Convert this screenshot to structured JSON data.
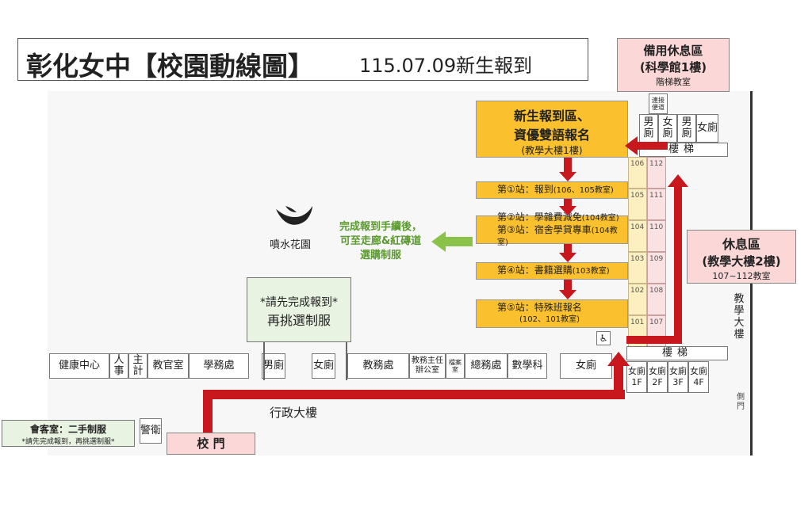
{
  "title": {
    "main": "彰化女中【校園動線圖】",
    "date": "115.07.09新生報到"
  },
  "backup_rest": {
    "title": "備用休息區",
    "sub": "(科學館1樓)",
    "note": "階梯教室"
  },
  "registration": {
    "line1": "新生報到區、",
    "line2": "資優雙語報名",
    "sub": "(教學大樓1樓)"
  },
  "stations": [
    {
      "main": "第①站：報到",
      "small": "(106、105教室)"
    },
    {
      "main": "第②站：學雜費減免",
      "small": "(104教室)"
    },
    {
      "main": "第③站：宿舍學貸專車",
      "small": "(104教室)"
    },
    {
      "main": "第④站：書籍選購",
      "small": "(103教室)"
    },
    {
      "main": "第⑤站：特殊班報名",
      "small": "(102、101教室)"
    }
  ],
  "rooms_left": [
    "106",
    "105",
    "104",
    "103",
    "102",
    "101"
  ],
  "rooms_right": [
    "112",
    "111",
    "110",
    "109",
    "108",
    "107"
  ],
  "top_small": "連接便道",
  "top_restrooms": [
    "男廁",
    "女廁",
    "男廁",
    "女廁"
  ],
  "stairs": "樓梯",
  "green_note": {
    "line1": "完成報到手續後，",
    "line2": "可至走廊&紅磚道",
    "line3": "選購制服"
  },
  "fountain": "噴水花園",
  "uniform_note": {
    "line1": "*請先完成報到*",
    "line2": "再挑選制服"
  },
  "rest_area": {
    "title": "休息區",
    "sub": "(教學大樓2樓)",
    "note": "107~112教室"
  },
  "teaching_building": "教學大樓",
  "side_gate": "側門",
  "admin_rooms": {
    "health": "健康中心",
    "personnel": "人事",
    "accounting": "主計",
    "military": "教官室",
    "academic": "學務處",
    "male": "男廁",
    "female": "女廁",
    "general": "教務處",
    "director": "教務主任辦公室",
    "archive": "檔案室",
    "affairs": "總務處",
    "math": "數學科",
    "female2": "女廁"
  },
  "floor_restrooms": [
    "女廁1F",
    "女廁2F",
    "女廁3F",
    "女廁4F"
  ],
  "admin_building": "行政大樓",
  "meeting": {
    "title": "會客室：二手制服",
    "sub": "*請先完成報到，再挑選制服*"
  },
  "guard": "警衛",
  "gate": "校 門",
  "colors": {
    "route": "#c8171d",
    "station": "#fbc02d",
    "rest": "#fbd7d7",
    "note": "#e8f3e2",
    "green_text": "#5a9a2e"
  }
}
